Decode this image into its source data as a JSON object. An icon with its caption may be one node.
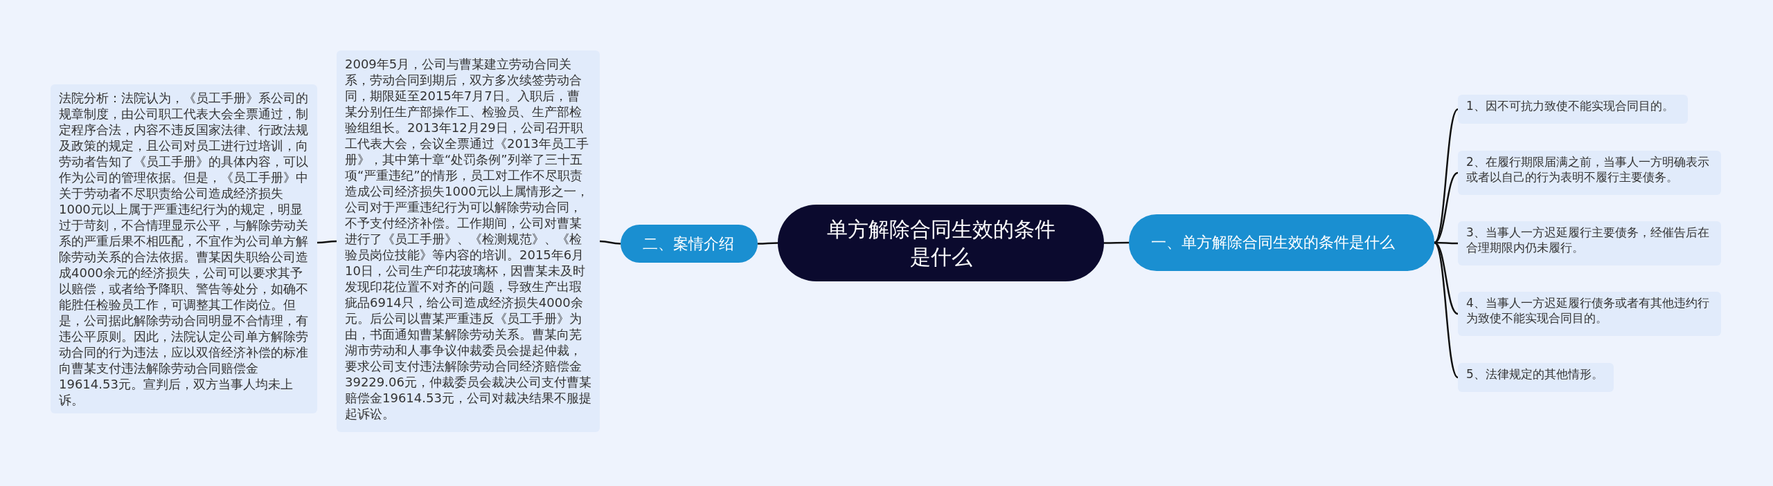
{
  "diagram": {
    "nodes": [
      {
        "text": [
          "单方解除合同生效的条件是什么"
        ]
      },
      {
        "text": [
          "一、单方解除合同生效的条件是什么"
        ]
      },
      {
        "text": [
          "1、因不可抗力致使不能实现合同目的。"
        ]
      },
      {
        "text": [
          "2、在履行期限届满之前，当事人一方明确表示或者以自己的行为表明不履行主要债务。"
        ]
      },
      {
        "text": [
          "3、当事人一方迟延履行主要债务，经催告后在合理期限内仍未履行。"
        ]
      },
      {
        "text": [
          "4、当事人一方迟延履行债务或者有其他违约行为致使不能实现合同目的。"
        ]
      },
      {
        "text": [
          "5、法律规定的其他情形。"
        ]
      },
      {
        "text": [
          "二、案情介绍"
        ]
      },
      {
        "text": [
          "2009年5月，公司与曹某建立劳动合同关系，劳动合同到期后，双方多次续签劳动合同，期限延至2015年7月7日。入职后，曹某分别任生产部操作工、检验员、生产部检验组组长。2013年12月29日，公司召开职工代表大会，会议全票通过《2013年员工手册》，其中第十章“处罚条例”列举了三十五项“严重违纪”的情形，员工对工作不尽职责造成公司经济损失1000元以上属情形之一，公司对于严重违纪行为可以解除劳动合同，不予支付经济补偿。工作期间，公司对曹某进行了《员工手册》、《检测规范》、《检验员岗位技能》等内容的培训。2015年6月10日，公司生产印花玻璃杯，因曹某未及时发现印花位置不对齐的问题，导致生产出瑕疵品6914只，给公司造成经济损失4000余元。后公司以曹某严重违反《员工手册》为由，书面通知曹某解除劳动关系。曹某向芜湖市劳动和人事争议仲裁委员会提起仲裁，要求公司支付违法解除劳动合同经济赔偿金39229.06元，仲裁委员会裁决公司支付曹某赔偿金19614.53元，公司对裁决结果不服提起诉讼。"
        ]
      },
      {
        "text": [
          "法院分析：法院认为，《员工手册》系公司的规章制度，由公司职工代表大会全票通过，制定程序合法，内容不违反国家法律、行政法规及政策的规定，且公司对员工进行过培训，向劳动者告知了《员工手册》的具体内容，可以作为公司的管理依据。但是，《员工手册》中关于劳动者不尽职责给公司造成经济损失1000元以上属于严重违纪行为的规定，明显过于苛刻，不合情理显示公平，与解除劳动关系的严重后果不相匹配，不宜作为公司单方解除劳动关系的合法依据。曹某因失职给公司造成4000余元的经济损失，公司可以要求其予以赔偿，或者给予降职、警告等处分，如确不能胜任检验员工作，可调整其工作岗位。但是，公司据此解除劳动合同明显不合情理，有违公平原则。因此，法院认定公司单方解除劳动合同的行为违法，应以双倍经济补偿的标准向曹某支付违法解除劳动合同赔偿金19614.53元。宣判后，双方当事人均未上诉。"
        ]
      }
    ],
    "edges": [
      {
        "from": 0,
        "to": 1,
        "arrow": "none"
      },
      {
        "from": 1,
        "to": 2,
        "arrow": "none"
      },
      {
        "from": 1,
        "to": 3,
        "arrow": "none"
      },
      {
        "from": 1,
        "to": 4,
        "arrow": "none"
      },
      {
        "from": 1,
        "to": 5,
        "arrow": "none"
      },
      {
        "from": 1,
        "to": 6,
        "arrow": "none"
      },
      {
        "from": 0,
        "to": 7,
        "arrow": "none"
      },
      {
        "from": 7,
        "to": 8,
        "arrow": "none"
      },
      {
        "from": 8,
        "to": 9,
        "arrow": "none"
      }
    ]
  }
}
